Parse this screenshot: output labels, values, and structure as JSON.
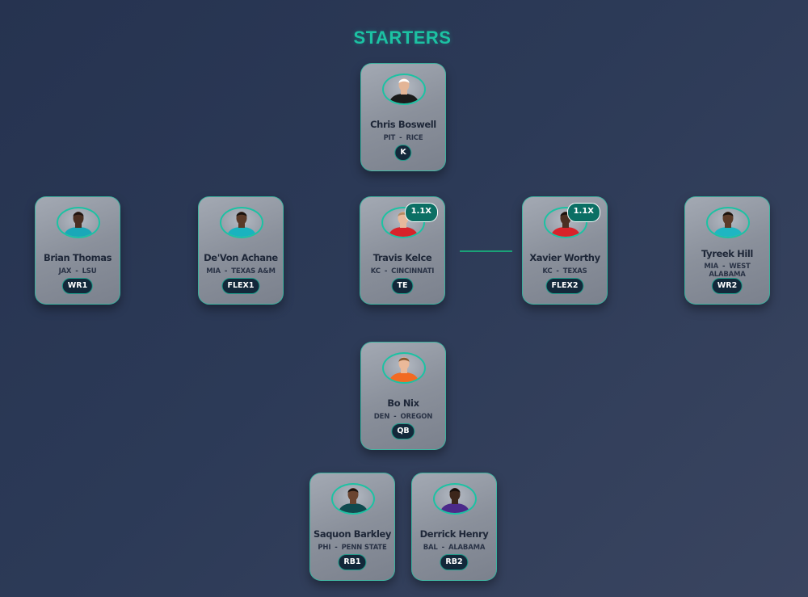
{
  "section_title": "STARTERS",
  "colors": {
    "accent": "#1cc2a3",
    "connector": "#1aa277",
    "position_badge": "#13283a",
    "multiplier_badge": "#0b6f64"
  },
  "players": {
    "boswell": {
      "name": "Chris Boswell",
      "team": "PIT",
      "school": "RICE",
      "position": "K"
    },
    "thomas": {
      "name": "Brian Thomas",
      "team": "JAX",
      "school": "LSU",
      "position": "WR1"
    },
    "achane": {
      "name": "De'Von Achane",
      "team": "MIA",
      "school": "TEXAS A&M",
      "position": "FLEX1"
    },
    "kelce": {
      "name": "Travis Kelce",
      "team": "KC",
      "school": "CINCINNATI",
      "position": "TE",
      "multiplier": "1.1X"
    },
    "worthy": {
      "name": "Xavier Worthy",
      "team": "KC",
      "school": "TEXAS",
      "position": "FLEX2",
      "multiplier": "1.1X"
    },
    "hill": {
      "name": "Tyreek Hill",
      "team": "MIA",
      "school": "WEST ALABAMA",
      "position": "WR2"
    },
    "nix": {
      "name": "Bo Nix",
      "team": "DEN",
      "school": "OREGON",
      "position": "QB"
    },
    "barkley": {
      "name": "Saquon Barkley",
      "team": "PHI",
      "school": "PENN STATE",
      "position": "RB1"
    },
    "henry": {
      "name": "Derrick Henry",
      "team": "BAL",
      "school": "ALABAMA",
      "position": "RB2"
    }
  },
  "avatars": {
    "boswell": {
      "icon": "player-headshot-icon",
      "jersey": "#1b1b1b",
      "skin": "#e3b597",
      "hair": "#ffffff"
    },
    "thomas": {
      "icon": "player-headshot-icon",
      "jersey": "#1aa8b8",
      "skin": "#4a2f22",
      "hair": "#1f1410"
    },
    "achane": {
      "icon": "player-headshot-icon",
      "jersey": "#19b3bf",
      "skin": "#5a3a28",
      "hair": "#1a120e"
    },
    "kelce": {
      "icon": "player-headshot-icon",
      "jersey": "#d8232a",
      "skin": "#e7b99c",
      "hair": "#b48a62"
    },
    "worthy": {
      "icon": "player-headshot-icon",
      "jersey": "#d8232a",
      "skin": "#4b2f22",
      "hair": "#1c120d"
    },
    "hill": {
      "icon": "player-headshot-icon",
      "jersey": "#1fb6c2",
      "skin": "#5c3b29",
      "hair": "#1a120e"
    },
    "nix": {
      "icon": "player-headshot-icon",
      "jersey": "#f26a22",
      "skin": "#eab999",
      "hair": "#8a5a32"
    },
    "barkley": {
      "icon": "player-headshot-icon",
      "jersey": "#0f4a4f",
      "skin": "#6a4430",
      "hair": "#1a120e"
    },
    "henry": {
      "icon": "player-headshot-icon",
      "jersey": "#4b2a8a",
      "skin": "#3c261b",
      "hair": "#140d0a"
    }
  }
}
